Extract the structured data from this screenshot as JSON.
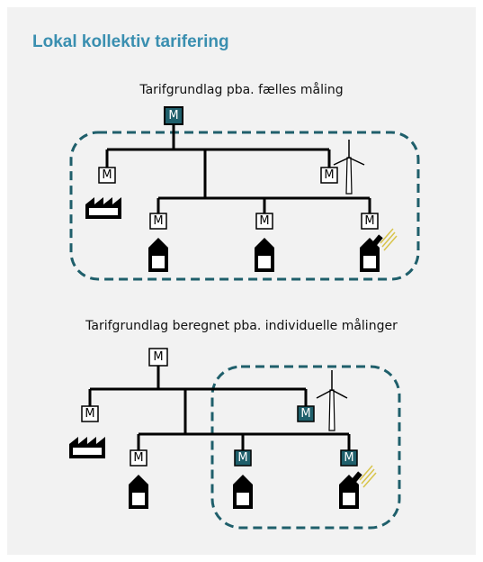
{
  "title": "Lokal kollektiv tarifering",
  "diagram_top": {
    "caption": "Tarifgrundlag pba. fælles måling",
    "meter_label": "M"
  },
  "diagram_bottom": {
    "caption": "Tarifgrundlag beregnet pba. individuelle målinger",
    "meter_label": "M"
  },
  "colors": {
    "title": "#3a8fb0",
    "dash": "#1f5f6b",
    "meter_dark": "#1f5f6b",
    "line": "#000000"
  }
}
